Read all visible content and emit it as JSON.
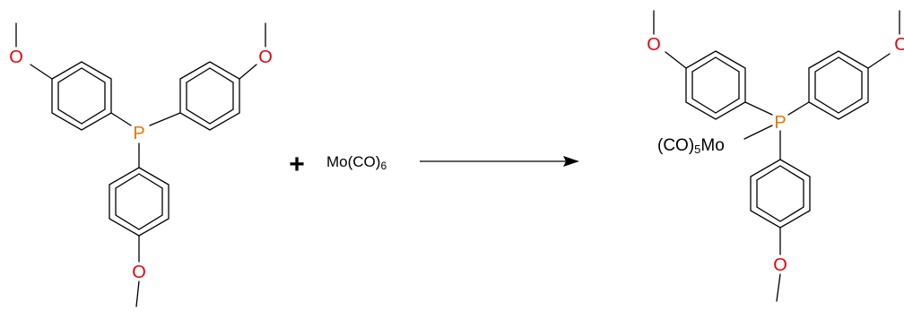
{
  "scheme": {
    "reactant": {
      "phosphorus_label": "P",
      "oxygen_label": "O",
      "substituent": "4-methoxyphenyl"
    },
    "plus_sign": "+",
    "reagent": {
      "prefix": "Mo(CO)",
      "subscript": "6"
    },
    "arrow": "reaction-arrow",
    "product": {
      "phosphorus_label": "P",
      "oxygen_label": "O",
      "metal_fragment_prefix": "(CO)",
      "metal_fragment_subscript": "5",
      "metal_fragment_suffix": "Mo"
    },
    "colors": {
      "phosphorus": "#E07800",
      "oxygen": "#E8000B",
      "bond": "#000000",
      "text": "#000000"
    }
  }
}
